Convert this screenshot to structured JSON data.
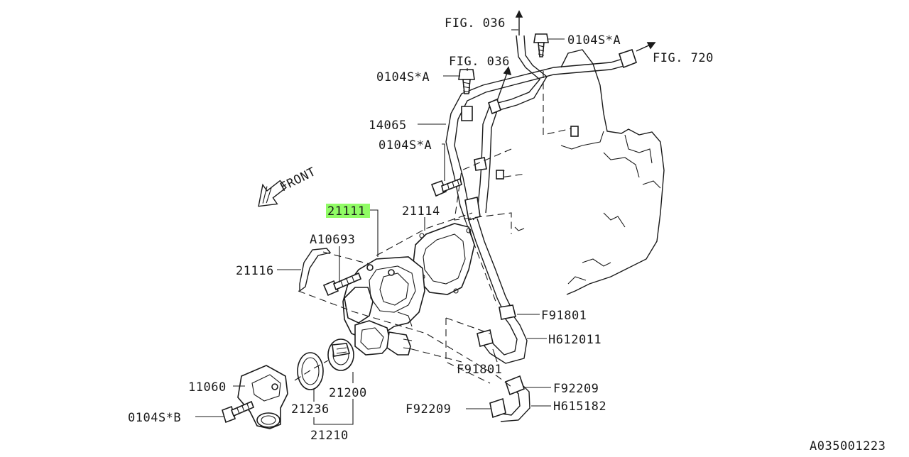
{
  "diagram": {
    "code": "A035001223",
    "front_label": "FRONT",
    "highlight_color": "#7CFC4A",
    "callouts": {
      "fig036_top": "FIG. 036",
      "fig036_mid": "FIG. 036",
      "fig720": "FIG. 720",
      "bolt_0104SA_top": "0104S*A",
      "bolt_0104SA_left": "0104S*A",
      "bolt_0104SA_mid": "0104S*A",
      "bolt_0104SB": "0104S*B",
      "p14065": "14065",
      "p21111": "21111",
      "p21114": "21114",
      "pA10693": "A10693",
      "p21116": "21116",
      "p11060": "11060",
      "p21236": "21236",
      "p21200": "21200",
      "p21210": "21210",
      "pF91801_right": "F91801",
      "pF91801_left": "F91801",
      "pH612011": "H612011",
      "pF92209_right": "F92209",
      "pF92209_left": "F92209",
      "pH615182": "H615182"
    }
  }
}
